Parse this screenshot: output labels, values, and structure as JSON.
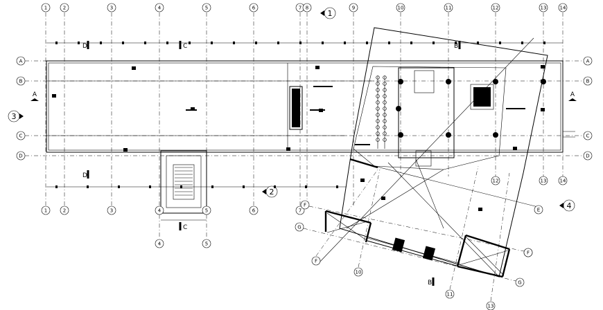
{
  "drawing": {
    "grid_columns_left": [
      "1",
      "2",
      "3",
      "4",
      "5",
      "6",
      "7",
      "8",
      "9"
    ],
    "grid_columns_right": [
      "10",
      "11",
      "12",
      "13",
      "14"
    ],
    "grid_rows": [
      "A",
      "B",
      "C",
      "D"
    ],
    "stair_columns": [
      "4",
      "5"
    ],
    "rotated_grid_labels": [
      "E",
      "F",
      "G"
    ],
    "rotated_bottom_labels": [
      "10",
      "11",
      "12",
      "13"
    ],
    "section_marks": {
      "a": "A",
      "b": "B",
      "c": "C",
      "d": "D"
    },
    "elevation_marks": [
      "1",
      "2",
      "3",
      "4"
    ]
  }
}
